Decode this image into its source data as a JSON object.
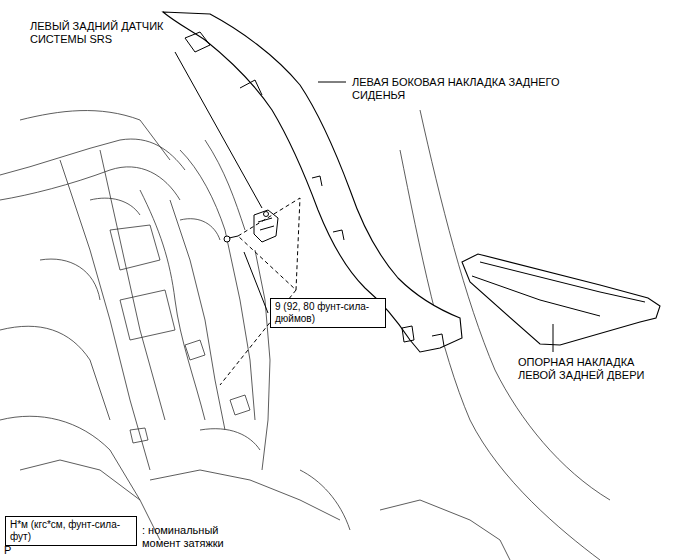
{
  "diagram": {
    "nodes": [
      {
        "text": [
          "9 (92, 80 фунт-сила-дюймов)"
        ]
      },
      {
        "text": [
          "Н*м (кгс*см, фунт-сила-фут)"
        ]
      }
    ],
    "labels": [
      "ЛЕВЫЙ ЗАДНИЙ ДАТЧИК СИСТЕМЫ SRS",
      "ЛЕВАЯ БОКОВАЯ НАКЛАДКА ЗАДНЕГО СИДЕНЬЯ",
      "ОПОРНАЯ НАКЛАДКА ЛЕВОЙ ЗАДНЕЙ ДВЕРИ",
      ": номинальный момент затяжки",
      "P"
    ]
  }
}
